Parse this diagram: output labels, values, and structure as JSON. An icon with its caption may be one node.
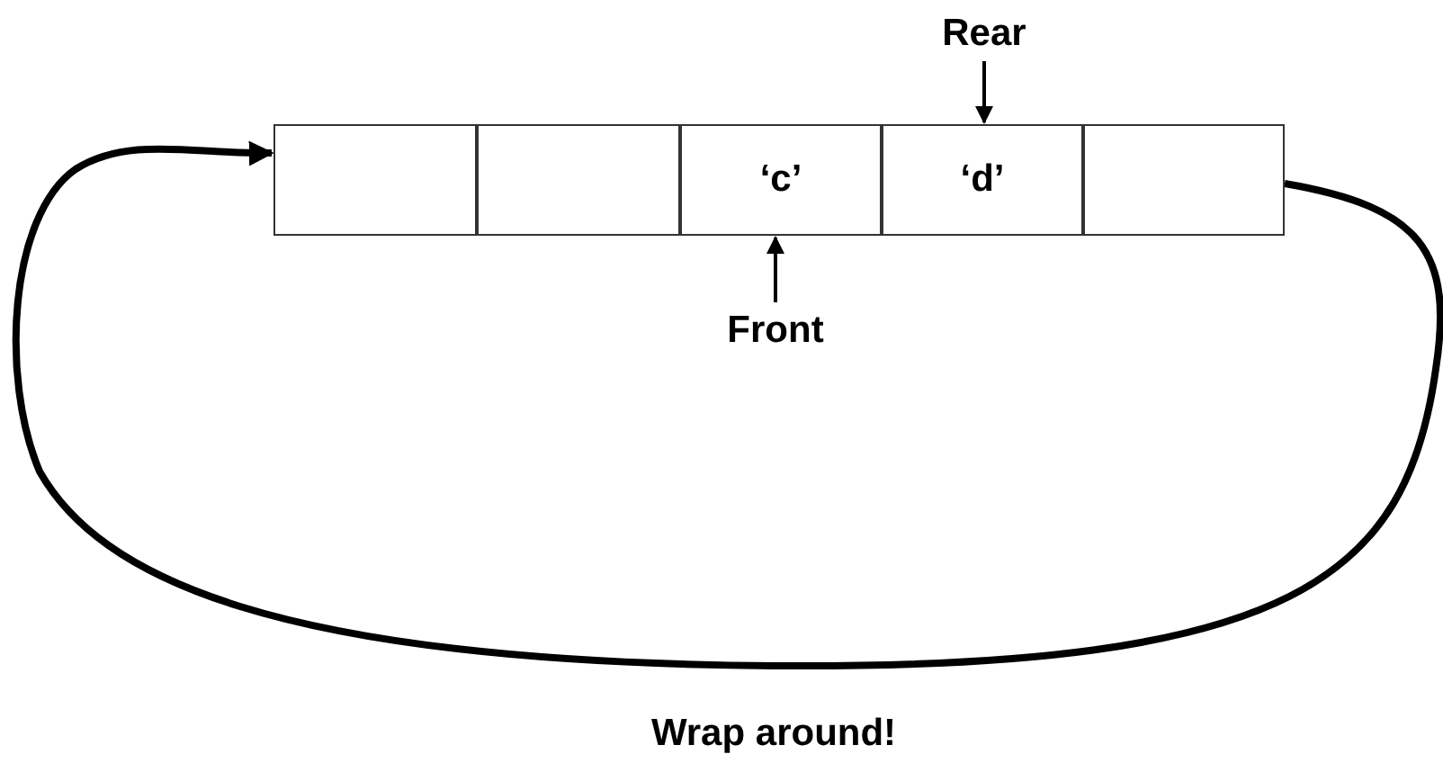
{
  "diagram": {
    "nodes": [
      {
        "text": [],
        "shape": "box"
      },
      {
        "text": [],
        "shape": "box"
      },
      {
        "text": [
          "‘c’"
        ]
      },
      {
        "text": [
          "‘d’"
        ]
      },
      {
        "text": [],
        "shape": "box"
      },
      {
        "text": [
          "Front"
        ]
      },
      {
        "text": [
          "Rear"
        ]
      }
    ],
    "edges": [
      {
        "from": 5,
        "to": 2,
        "arrow": "to"
      },
      {
        "from": 6,
        "to": 3,
        "arrow": "to"
      },
      {
        "from": 4,
        "to": 0,
        "arrow": "to",
        "style": "thick",
        "label": "Wrap around!"
      }
    ]
  }
}
